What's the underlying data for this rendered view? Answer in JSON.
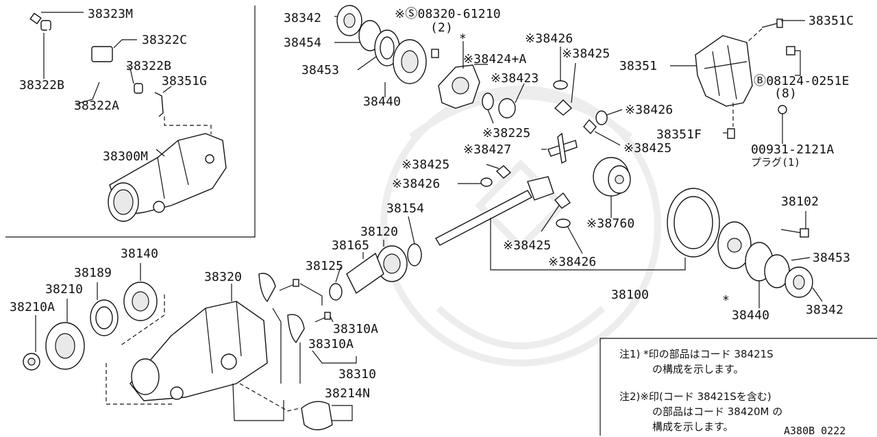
{
  "labels": {
    "p38323M": "38323M",
    "p38322C": "38322C",
    "p38322B_a": "38322B",
    "p38322B_b": "38322B",
    "p38351G": "38351G",
    "p38322A": "38322A",
    "p38300M": "38300M",
    "p38342_top": "38342",
    "p38454": "38454",
    "p38453_top": "38453",
    "p38440_top": "38440",
    "bolt08320": "※Ⓢ08320-61210",
    "bolt08320_qty": "(2)",
    "p38424A": "※38424+A",
    "p38423": "※38423",
    "p38225": "※38225",
    "p38426_a": "※38426",
    "p38425_a": "※38425",
    "p38426_b": "※38426",
    "p38425_b": "※38425",
    "p38427": "※38427",
    "p38425_c": "※38425",
    "p38426_c": "※38426",
    "p38760": "※38760",
    "p38425_d": "※38425",
    "p38426_d": "※38426",
    "p38351C": "38351C",
    "p38351": "38351",
    "bolt08124": "Ⓑ08124-0251E",
    "bolt08124_qty": "(8)",
    "p38351F": "38351F",
    "plug00931": "00931-2121A",
    "plug_note": "プラグ(1)",
    "p38154": "38154",
    "p38120": "38120",
    "p38165": "38165",
    "p38125": "38125",
    "p38102": "38102",
    "p38453_right": "38453",
    "p38100": "38100",
    "p38440_right": "38440",
    "p38342_right": "38342",
    "p38140": "38140",
    "p38189": "38189",
    "p38210": "38210",
    "p38210A": "38210A",
    "p38320": "38320",
    "p38310A_a": "38310A",
    "p38310A_b": "38310A",
    "p38310": "38310",
    "p38214N": "38214N",
    "star_a": "*",
    "star_b": "*"
  },
  "notes": {
    "note1_line1": "注1) *印の部品はコード 38421S",
    "note1_line2": "の構成を示します。",
    "note2_line1": "注2)※印(コード 38421Sを含む)",
    "note2_line2": "の部品はコード 38420M の",
    "note2_line3": "構成を示します。"
  },
  "figure_code": "A380B 0222"
}
